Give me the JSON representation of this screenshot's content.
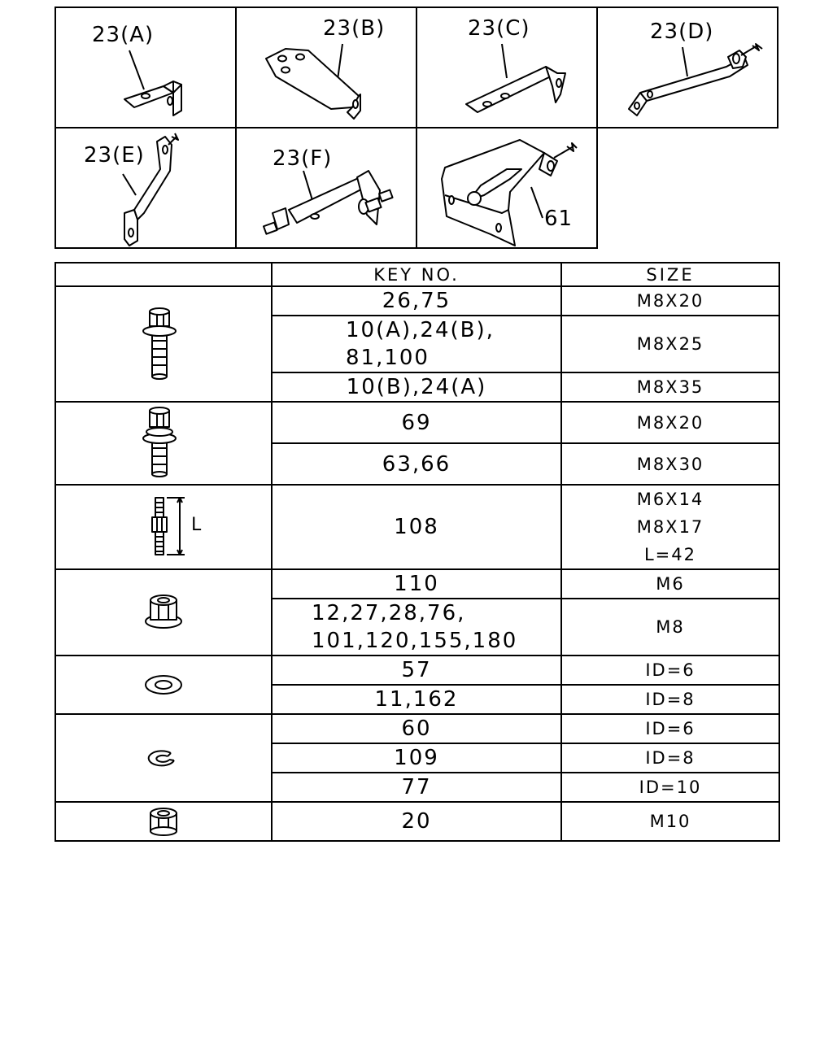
{
  "brackets": [
    {
      "id": "a",
      "label": "23(A)"
    },
    {
      "id": "b",
      "label": "23(B)"
    },
    {
      "id": "c",
      "label": "23(C)"
    },
    {
      "id": "d",
      "label": "23(D)"
    },
    {
      "id": "e",
      "label": "23(E)"
    },
    {
      "id": "f",
      "label": "23(F)"
    },
    {
      "id": "g",
      "label": "61"
    }
  ],
  "table": {
    "headers": {
      "key": "KEY NO.",
      "size": "SIZE"
    },
    "groups": [
      {
        "icon": "flange-bolt-icon",
        "rows": [
          {
            "key": "26,75",
            "size": "M8X20"
          },
          {
            "key": "10(A),24(B),\n81,100",
            "size": "M8X25"
          },
          {
            "key": "10(B),24(A)",
            "size": "M8X35"
          }
        ]
      },
      {
        "icon": "bolt-with-washer-icon",
        "rows": [
          {
            "key": "69",
            "size": "M8X20"
          },
          {
            "key": "63,66",
            "size": "M8X30"
          }
        ]
      },
      {
        "icon": "stud-bolt-icon",
        "dimension_label": "L",
        "rows": [
          {
            "key": "108",
            "size": "M6X14\nM8X17\nL=42"
          }
        ]
      },
      {
        "icon": "flange-nut-icon",
        "rows": [
          {
            "key": "110",
            "size": "M6"
          },
          {
            "key": "12,27,28,76,\n101,120,155,180",
            "size": "M8"
          }
        ]
      },
      {
        "icon": "flat-washer-icon",
        "rows": [
          {
            "key": "57",
            "size": "ID=6"
          },
          {
            "key": "11,162",
            "size": "ID=8"
          }
        ]
      },
      {
        "icon": "snap-ring-icon",
        "rows": [
          {
            "key": "60",
            "size": "ID=6"
          },
          {
            "key": "109",
            "size": "ID=8"
          },
          {
            "key": "77",
            "size": "ID=10"
          }
        ]
      },
      {
        "icon": "hex-nut-icon",
        "rows": [
          {
            "key": "20",
            "size": "M10"
          }
        ]
      }
    ]
  }
}
